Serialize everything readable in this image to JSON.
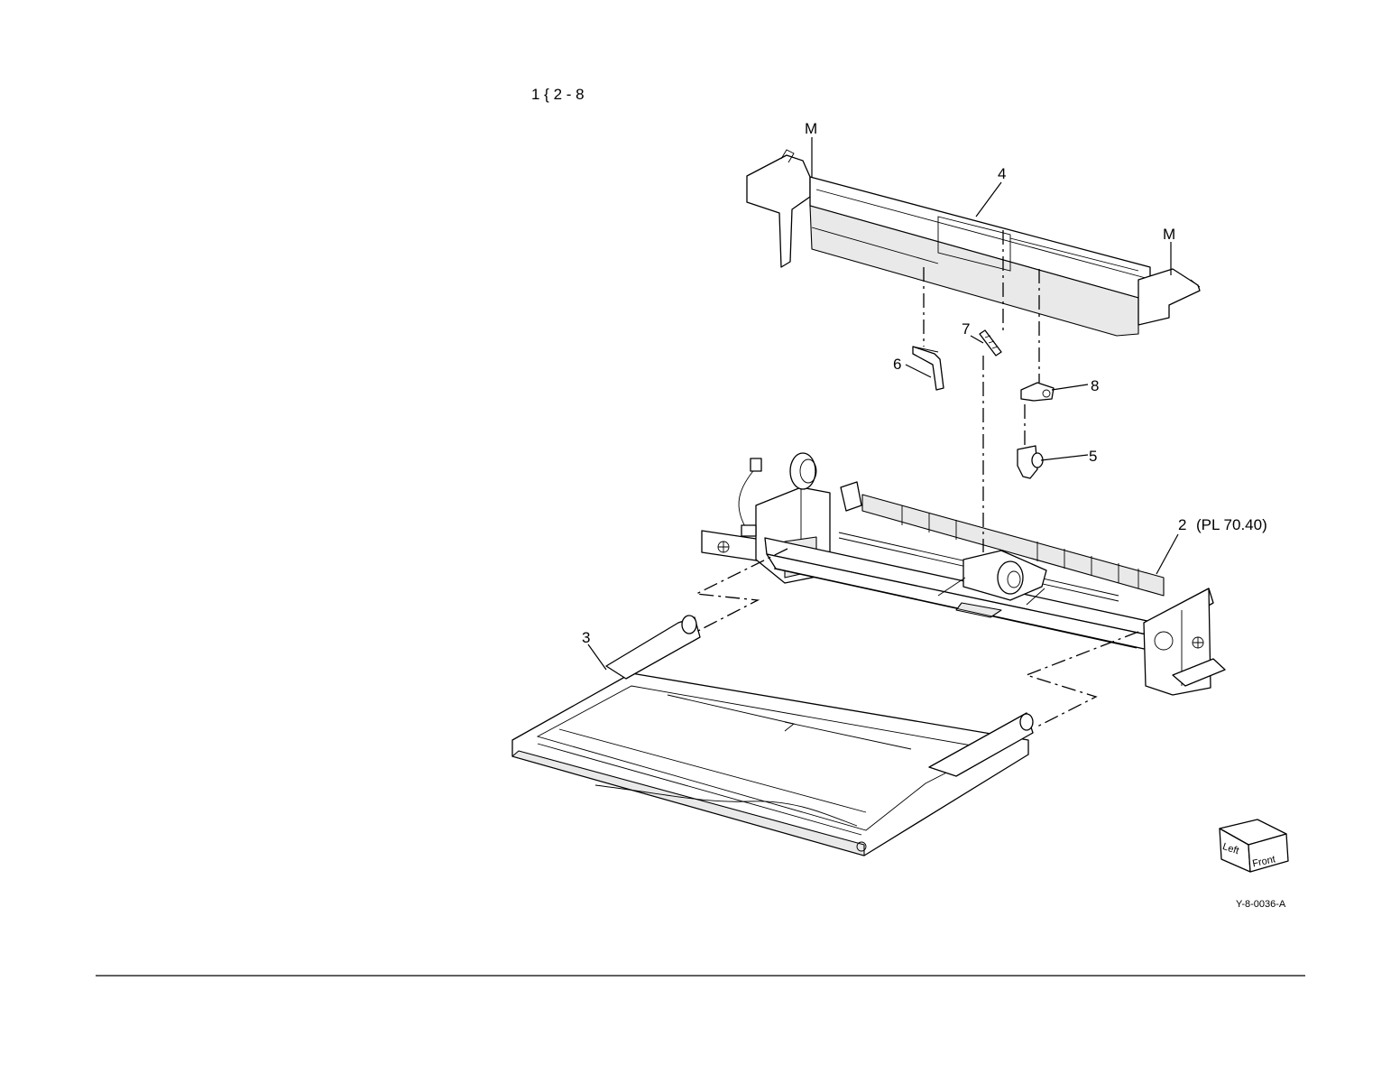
{
  "header": {
    "range_label": "1 { 2 - 8"
  },
  "callouts": {
    "m_left": "M",
    "m_right": "M",
    "c2": "2",
    "c2_ref": "(PL 70.40)",
    "c3": "3",
    "c4": "4",
    "c5": "5",
    "c6": "6",
    "c7": "7",
    "c8": "8"
  },
  "orientation_cube": {
    "left": "Left",
    "front": "Front"
  },
  "figure_id": "Y-8-0036-A"
}
